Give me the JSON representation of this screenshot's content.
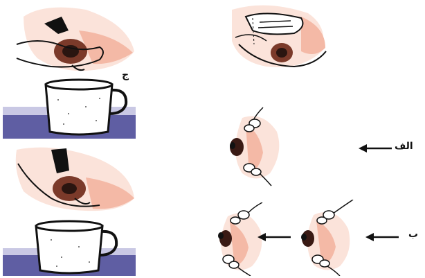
{
  "labels": {
    "jim": "ج",
    "alef": "الف",
    "be": "ب"
  },
  "colors": {
    "skin": "#f4b9a6",
    "skin_light": "#fbe3da",
    "table_purple": "#5f5ea3",
    "table_light": "#c9c8e4",
    "ink": "#111111"
  },
  "icons": {
    "hand_cup_top": "hand-expressing-milk-into-cup-icon",
    "hand_cup_bottom": "hand-expressing-milk-into-cup-icon",
    "hand_on_breast": "hand-supporting-breast-icon",
    "single_breast": "fingers-on-areola-icon",
    "breast_pair_left": "fingers-compressing-areola-icon",
    "breast_pair_right": "fingers-on-areola-icon",
    "arrow": "arrow-left-icon"
  }
}
